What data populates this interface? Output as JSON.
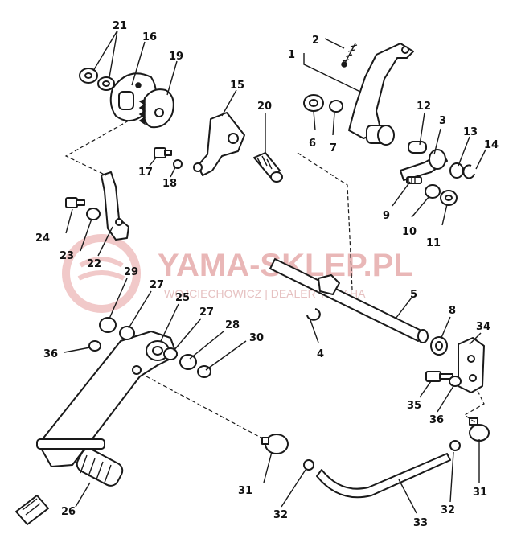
{
  "watermark": {
    "title": "YAMA-SKLEP.PL",
    "subtitle": "WOJCIECHOWICZ | DEALER YAMAHA"
  },
  "callouts": [
    "1",
    "2",
    "3",
    "4",
    "5",
    "6",
    "7",
    "8",
    "9",
    "10",
    "11",
    "12",
    "13",
    "14",
    "15",
    "16",
    "17",
    "18",
    "19",
    "20",
    "21",
    "22",
    "23",
    "24",
    "25",
    "26",
    "27",
    "28",
    "29",
    "30",
    "31",
    "32",
    "33",
    "34",
    "35",
    "36"
  ],
  "labels": [
    {
      "text": "21"
    },
    {
      "text": "16"
    },
    {
      "text": "19"
    },
    {
      "text": "15"
    },
    {
      "text": "20"
    },
    {
      "text": "17"
    },
    {
      "text": "18"
    },
    {
      "text": "24"
    },
    {
      "text": "23"
    },
    {
      "text": "22"
    },
    {
      "text": "2"
    },
    {
      "text": "1"
    },
    {
      "text": "12"
    },
    {
      "text": "3"
    },
    {
      "text": "13"
    },
    {
      "text": "14"
    },
    {
      "text": "6"
    },
    {
      "text": "7"
    },
    {
      "text": "9"
    },
    {
      "text": "10"
    },
    {
      "text": "11"
    },
    {
      "text": "5"
    },
    {
      "text": "8"
    },
    {
      "text": "4"
    },
    {
      "text": "29"
    },
    {
      "text": "27"
    },
    {
      "text": "25"
    },
    {
      "text": "27"
    },
    {
      "text": "28"
    },
    {
      "text": "30"
    },
    {
      "text": "36"
    },
    {
      "text": "34"
    },
    {
      "text": "35"
    },
    {
      "text": "36"
    },
    {
      "text": "31"
    },
    {
      "text": "31"
    },
    {
      "text": "32"
    },
    {
      "text": "32"
    },
    {
      "text": "33"
    },
    {
      "text": "26"
    }
  ]
}
